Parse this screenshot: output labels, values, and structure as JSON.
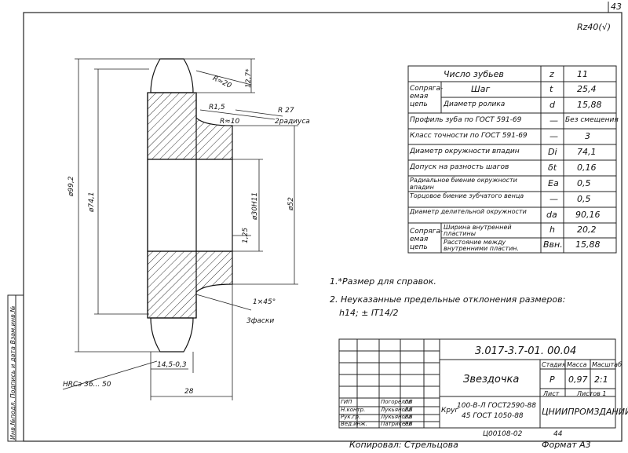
{
  "sheet": {
    "page_number": "43",
    "roughness": "Rz40",
    "roughness_suffix": "(√)",
    "copied_by": "Копировал: Стрельцова",
    "format": "Формат А3",
    "inv_code": "Ц00108-02",
    "inv_num": "44"
  },
  "drawing": {
    "dims": {
      "d_outer": "ø99,2",
      "d_pitch": "ø74,1",
      "d_bore": "ø30H11",
      "d_hub": "ø52",
      "r20": "R≈20",
      "tooth_h": "12,7*",
      "r15": "R1,5",
      "r27": "R 27",
      "r27_note": "2радиуса",
      "r10": "R≈10",
      "chamfer": "1×45°",
      "chamfer_note": "3фаски",
      "r25": "1,25",
      "hrc": "HRCэ 36... 50",
      "w_tooth": "14,5-0,3",
      "w_total": "28"
    }
  },
  "param_table": {
    "rows": [
      {
        "name": "Число зубьев",
        "sym": "z",
        "val": "11"
      },
      {
        "group": "Сопряга-емая цепь",
        "name": "Шаг",
        "sym": "t",
        "val": "25,4"
      },
      {
        "name": "Диаметр ролика",
        "sym": "d",
        "val": "15,88"
      },
      {
        "name": "Профиль зуба по ГОСТ 591-69",
        "sym": "—",
        "val": "Без смещения"
      },
      {
        "name": "Класс точности по ГОСТ 591-69",
        "sym": "—",
        "val": "3"
      },
      {
        "name": "Диаметр окружности впадин",
        "sym": "Di",
        "val": "74,1"
      },
      {
        "name": "Допуск на разность шагов",
        "sym": "δt",
        "val": "0,16"
      },
      {
        "name": "Радиальное биение окружности впадин",
        "sym": "Ea",
        "val": "0,5"
      },
      {
        "name": "Торцовое биение зубчатого венца",
        "sym": "—",
        "val": "0,5"
      },
      {
        "name": "Диаметр делительной окружности",
        "sym": "da",
        "val": "90,16"
      },
      {
        "group": "Сопряга-емая цепь",
        "name": "Ширина внутренней пластины",
        "sym": "h",
        "val": "20,2"
      },
      {
        "name": "Расстояние между внутренними пластин.",
        "sym": "Bвн.",
        "val": "15,88"
      }
    ]
  },
  "notes": {
    "n1": "1.*Размер для справок.",
    "n2": "2. Неуказанные предельные отклонения размеров:",
    "n2b": "h14; ± IT14/2"
  },
  "title_block": {
    "code": "3.017-3.7-01. 00.04",
    "name": "Звездочка",
    "material_1": "100-В-Л ГОСТ2590-88",
    "material_2": "45 ГОСТ 1050-88",
    "material_prefix": "Круг",
    "h_stage": "Стадия",
    "h_mass": "Масса",
    "h_scale": "Масштаб",
    "stage": "Р",
    "mass": "0,97",
    "scale": "2:1",
    "sheet": "Лист",
    "sheets": "Листов 1",
    "org": "ЦНИИПРОМЗДАНИЙ",
    "roles": [
      "ГИП",
      "Н.контр.",
      "Рук.гр.",
      "Вед.инж."
    ],
    "people": [
      "Погорелов",
      "Лукьянова",
      "Лукьянова",
      "Патрикеев"
    ],
    "signs": [
      "ЛЛ",
      "ЛЛ",
      "ЛЛ",
      "ЛЛ"
    ]
  },
  "side_stamp": "Инв.№подл. Подпись и дата Взам.инв.№"
}
